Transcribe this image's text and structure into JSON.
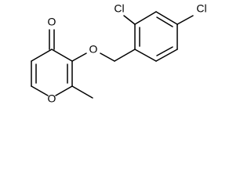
{
  "molecule": {
    "atoms": {
      "ketone_oxygen": "O",
      "ether_oxygen": "O",
      "ring_oxygen": "O",
      "chlorine_2": "Cl",
      "chlorine_4": "Cl"
    }
  },
  "colors": {
    "bond": "#000000",
    "label": "#000000",
    "background": "#ffffff"
  }
}
